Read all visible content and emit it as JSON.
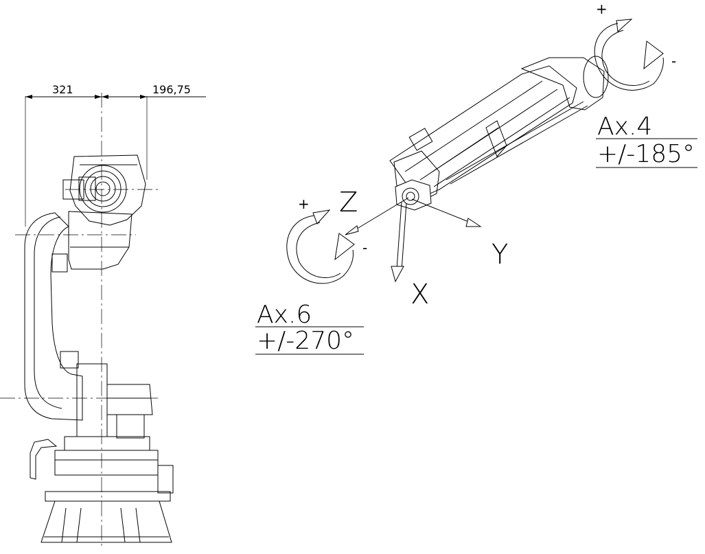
{
  "dimensions": {
    "left": "321",
    "right": "196,75"
  },
  "axis_labels": {
    "x": "X",
    "y": "Y",
    "z": "Z"
  },
  "ax4": {
    "name": "Ax.4",
    "range": "+/-185°",
    "plus": "+",
    "minus": "-"
  },
  "ax6": {
    "name": "Ax.6",
    "range": "+/-270°",
    "plus": "+",
    "minus": "-"
  }
}
